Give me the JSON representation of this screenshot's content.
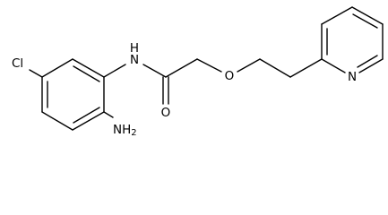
{
  "molecule": {
    "atoms": {
      "chlorine": "Cl",
      "amide_nitrogen": "N",
      "amide_hydrogen": "H",
      "carbonyl_oxygen": "O",
      "ether_oxygen": "O",
      "amino_group": "NH",
      "amino_subscript": "2",
      "pyridine_nitrogen": "N"
    },
    "colors": {
      "bond": "#000000",
      "label": "#000000",
      "background": "#ffffff"
    }
  }
}
